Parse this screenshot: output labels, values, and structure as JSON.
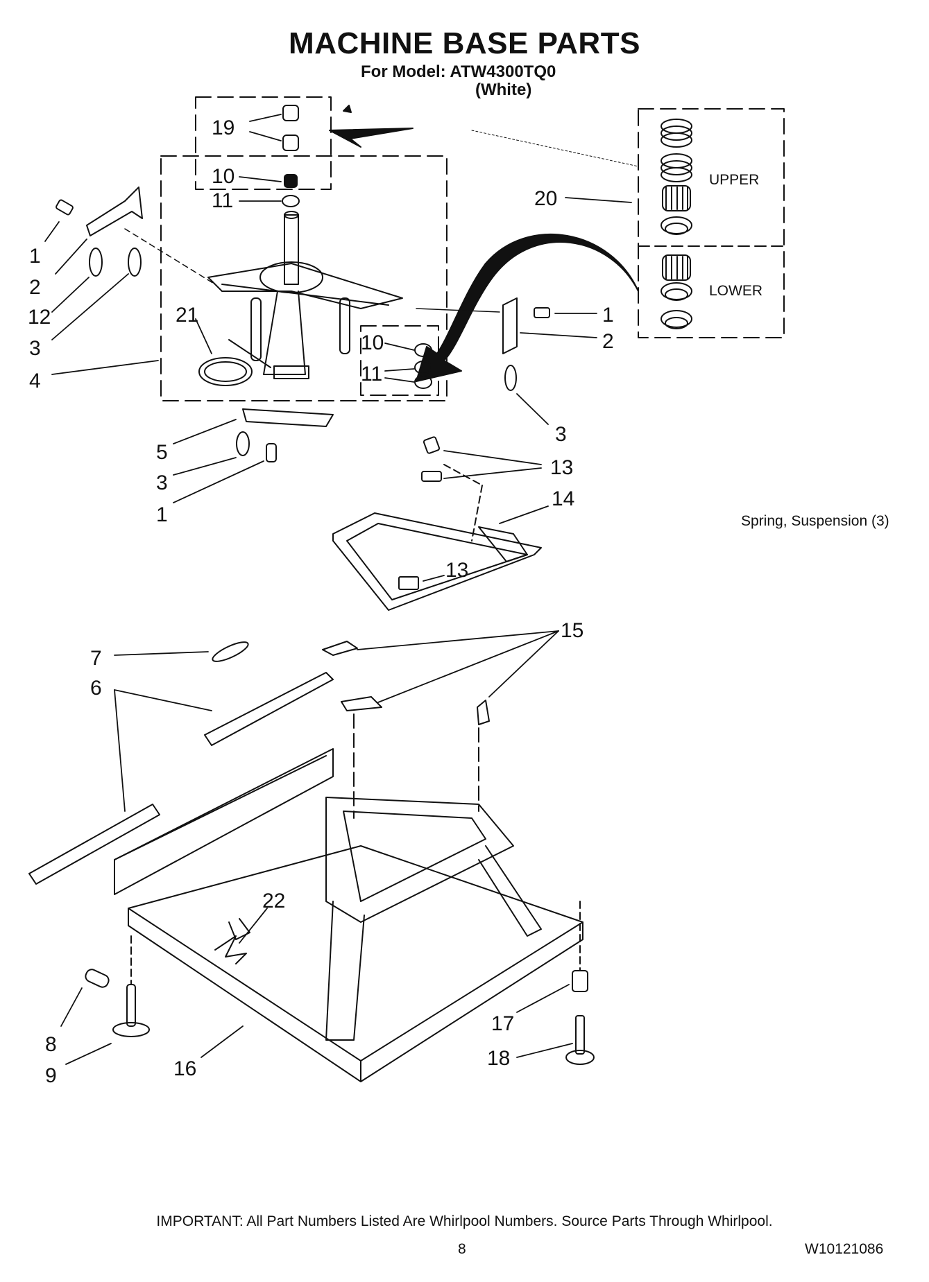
{
  "header": {
    "title": "MACHINE BASE PARTS",
    "model_line": "For Model: ATW4300TQ0",
    "color_line": "(White)"
  },
  "callouts": [
    "19",
    "10",
    "11",
    "1",
    "2",
    "12",
    "3",
    "21",
    "4",
    "20",
    "UPPER",
    "LOWER",
    "1",
    "2",
    "10",
    "11",
    "3",
    "5",
    "3",
    "1",
    "13",
    "13",
    "14",
    "13",
    "7",
    "6",
    "15",
    "22",
    "8",
    "9",
    "16",
    "17",
    "18"
  ],
  "note": "Spring, Suspension (3)",
  "footer": {
    "important": "IMPORTANT: All Part Numbers Listed Are Whirlpool Numbers. Source Parts Through Whirlpool.",
    "page_number": "8",
    "doc_id": "W10121086"
  }
}
